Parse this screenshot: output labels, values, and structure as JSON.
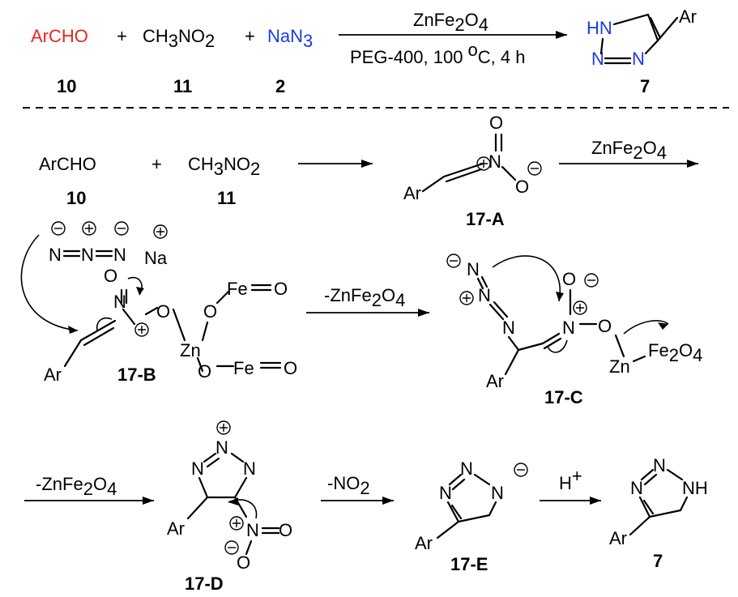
{
  "top": {
    "r1": "ArCHO",
    "plus1": "+",
    "r2_main": "CH",
    "r2_sub3": "3",
    "r2_no": "NO",
    "r2_sub2": "2",
    "plus2": "+",
    "r3_main": "NaN",
    "r3_sub": "3",
    "cat_main": "ZnFe",
    "cat_sub2": "2",
    "cat_o": "O",
    "cat_sub4": "4",
    "cond_a": "PEG-400, 100 ",
    "cond_sup": "o",
    "cond_b": "C, 4 h",
    "num10": "10",
    "num11": "11",
    "num2": "2",
    "num7": "7",
    "prod_hn": "HN",
    "prod_n1": "N",
    "prod_n2": "N",
    "prod_ar": "Ar"
  },
  "step1": {
    "r1": "ArCHO",
    "plus": "+",
    "r2_main": "CH",
    "r2_sub3": "3",
    "r2_no": "NO",
    "r2_sub2": "2",
    "num10": "10",
    "num11": "11",
    "cat_main": "ZnFe",
    "cat_sub2": "2",
    "cat_o": "O",
    "cat_sub4": "4",
    "a_ar": "Ar",
    "a_n": "N",
    "a_o1": "O",
    "a_o2": "O",
    "a_label": "17-A"
  },
  "step2": {
    "azide": "N",
    "na": "Na",
    "b_ar": "Ar",
    "b_n": "N",
    "b_o1": "O",
    "b_o2": "O",
    "b_zn": "Zn",
    "b_o3": "O",
    "b_fe1": "Fe",
    "b_o4": "O",
    "b_o5": "O",
    "b_fe2": "Fe",
    "b_o6": "O",
    "b_label": "17-B",
    "arrow_main": "-ZnFe",
    "arrow_sub2": "2",
    "arrow_o": "O",
    "arrow_sub4": "4",
    "c_n": "N",
    "c_ar": "Ar",
    "c_o1": "O",
    "c_o2": "O",
    "c_zn": "Zn",
    "c_fe": "Fe",
    "c_sub2": "2",
    "c_o": "O",
    "c_sub4": "4",
    "c_label": "17-C"
  },
  "step3": {
    "arrow_main": "-ZnFe",
    "arrow_sub2": "2",
    "arrow_o": "O",
    "arrow_sub4": "4",
    "d_n": "N",
    "d_ar": "Ar",
    "d_o1": "O",
    "d_o2": "O",
    "d_label": "17-D",
    "arrow2_main": "-NO",
    "arrow2_sub": "2",
    "e_n": "N",
    "e_ar": "Ar",
    "e_label": "17-E",
    "arrow3_h": "H",
    "arrow3_sup": "+",
    "f_n": "N",
    "f_nh": "NH",
    "f_ar": "Ar",
    "f_label": "7"
  }
}
